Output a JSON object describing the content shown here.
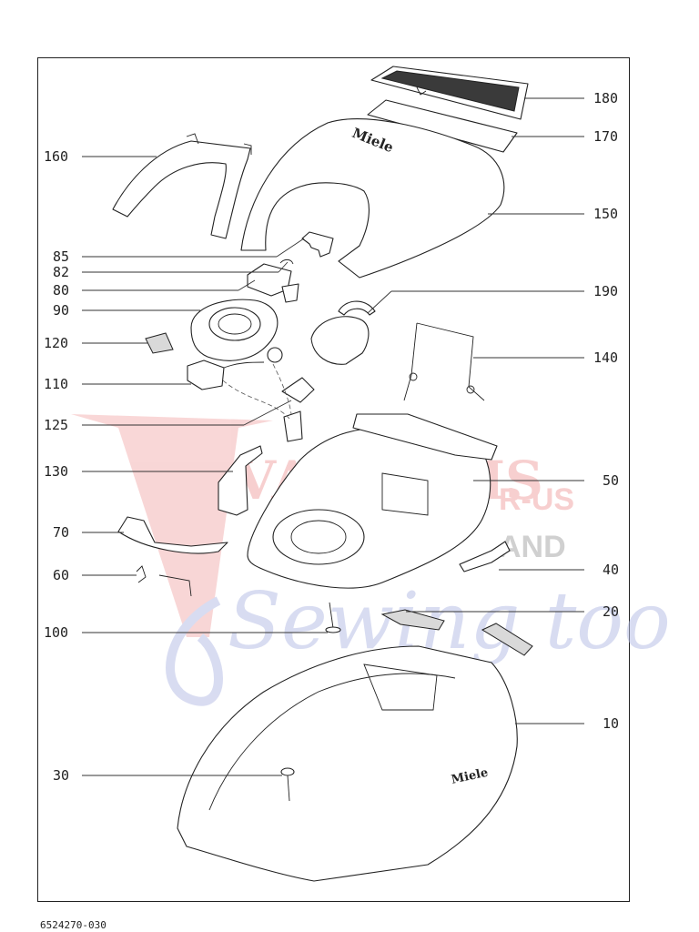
{
  "document_number": "6524270-030",
  "brand_marks": {
    "top_cover": "Miele",
    "base_housing": "Miele"
  },
  "watermark": {
    "line1": "VACUUMS",
    "line2a": "R-US",
    "line2b": "AND",
    "line3": "Sewing too"
  },
  "callouts": [
    "180",
    "170",
    "160",
    "150",
    "85",
    "82",
    "80",
    "190",
    "90",
    "120",
    "140",
    "110",
    "125",
    "130",
    "50",
    "70",
    "40",
    "60",
    "20",
    "100",
    "10",
    "30"
  ]
}
